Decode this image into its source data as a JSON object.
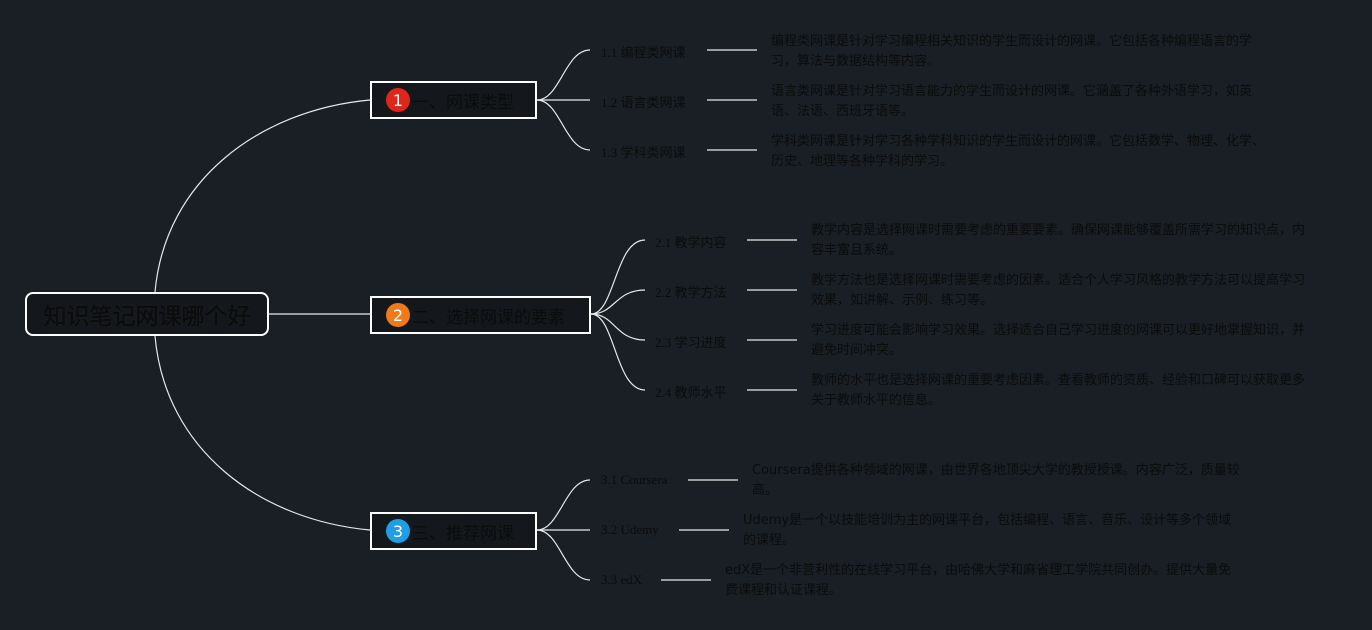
{
  "root": {
    "title": "知识笔记网课哪个好"
  },
  "branches": [
    {
      "number": "1",
      "label": "一、网课类型",
      "color": "#e0261b",
      "children": [
        {
          "label": "1.1 编程类网课",
          "desc": "编程类网课是针对学习编程相关知识的学生而设计的网课。它包括各种编程语言的学习，算法与数据结构等内容。"
        },
        {
          "label": "1.2 语言类网课",
          "desc": "语言类网课是针对学习语言能力的学生而设计的网课。它涵盖了各种外语学习，如英语、法语、西班牙语等。"
        },
        {
          "label": "1.3 学科类网课",
          "desc": "学科类网课是针对学习各种学科知识的学生而设计的网课。它包括数学、物理、化学、历史、地理等各种学科的学习。"
        }
      ]
    },
    {
      "number": "2",
      "label": "二、选择网课的要素",
      "color": "#ef7a1a",
      "children": [
        {
          "label": "2.1 教学内容",
          "desc": "教学内容是选择网课时需要考虑的重要要素。确保网课能够覆盖所需学习的知识点，内容丰富且系统。"
        },
        {
          "label": "2.2 教学方法",
          "desc": "教学方法也是选择网课时需要考虑的因素。适合个人学习风格的教学方法可以提高学习效果，如讲解、示例、练习等。"
        },
        {
          "label": "2.3 学习进度",
          "desc": "学习进度可能会影响学习效果。选择适合自己学习进度的网课可以更好地掌握知识，并避免时间冲突。"
        },
        {
          "label": "2.4 教师水平",
          "desc": "教师的水平也是选择网课的重要考虑因素。查看教师的资质、经验和口碑可以获取更多关于教师水平的信息。"
        }
      ]
    },
    {
      "number": "3",
      "label": "三、推荐网课",
      "color": "#1f9ee6",
      "children": [
        {
          "label": "3.1 Coursera",
          "desc": "Coursera提供各种领域的网课，由世界各地顶尖大学的教授授课。内容广泛，质量较高。"
        },
        {
          "label": "3.2 Udemy",
          "desc": "Udemy是一个以技能培训为主的网课平台，包括编程、语言、音乐、设计等多个领域的课程。"
        },
        {
          "label": "3.3 edX",
          "desc": "edX是一个非营利性的在线学习平台，由哈佛大学和麻省理工学院共同创办。提供大量免费课程和认证课程。"
        }
      ]
    }
  ]
}
